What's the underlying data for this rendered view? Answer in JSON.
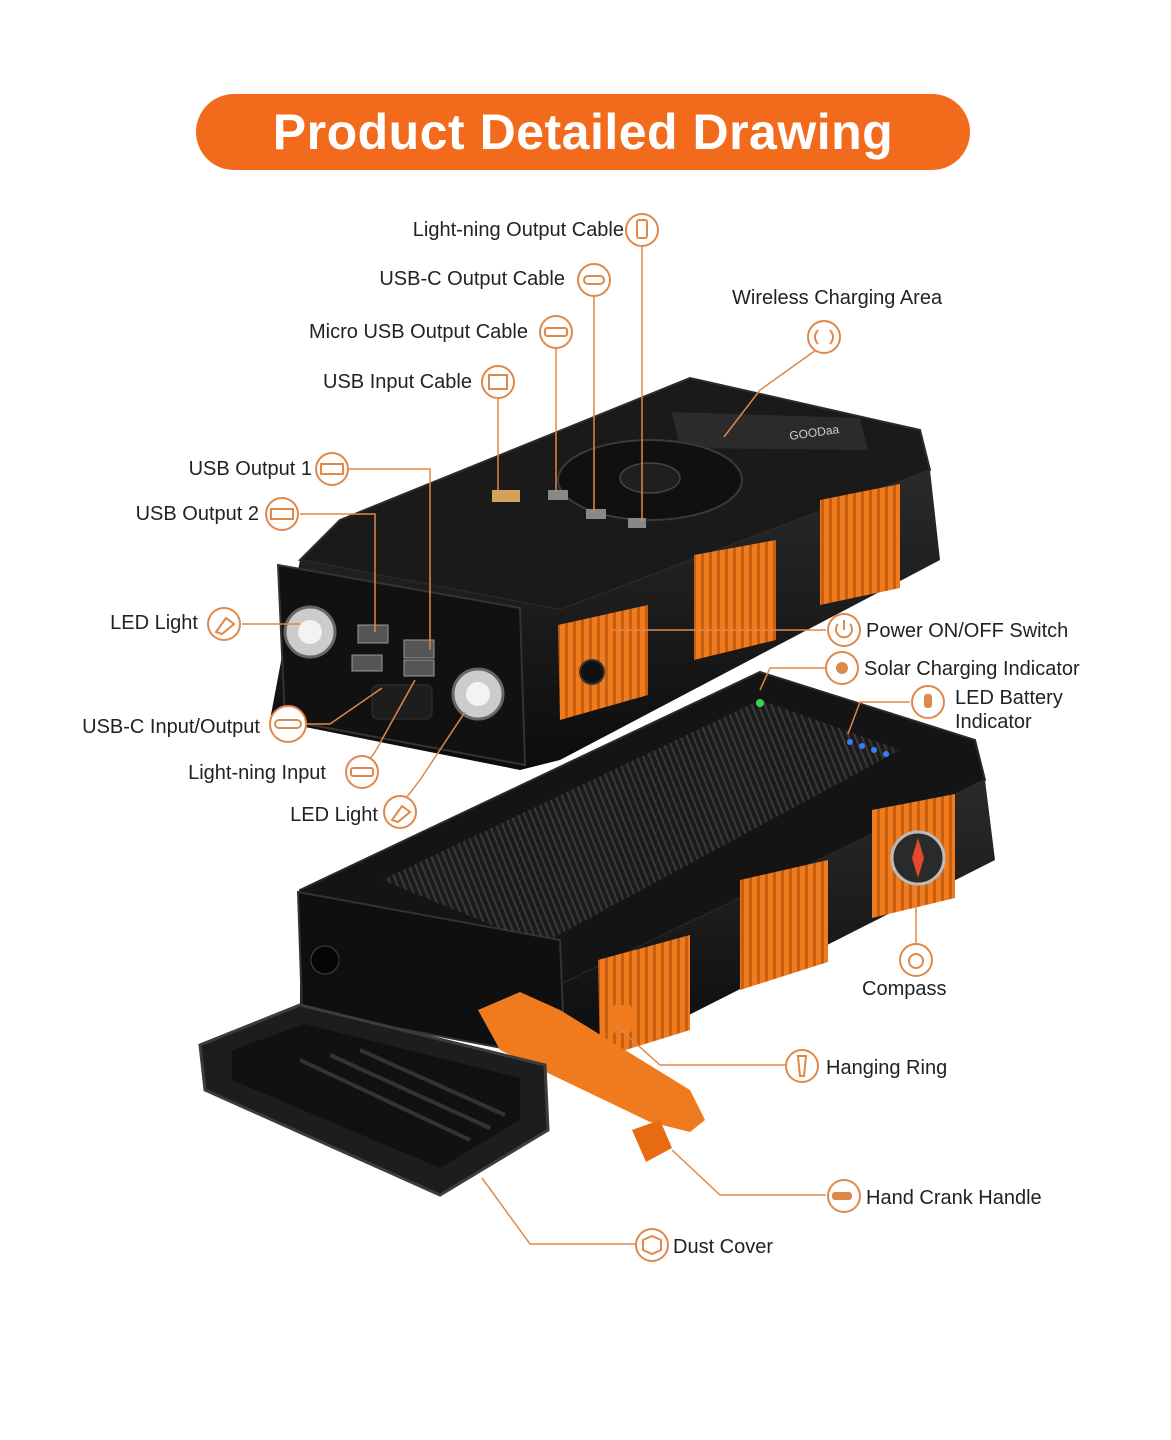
{
  "banner": {
    "title": "Product Detailed Drawing"
  },
  "colors": {
    "accent": "#f26a1b",
    "device_body": "#151515",
    "device_edge": "#2a2a2a",
    "grip_orange": "#f07b1e",
    "leader_line": "#e0884a",
    "label_text": "#222222"
  },
  "device_print": {
    "brand": "GOODaa"
  },
  "callouts": {
    "lightning_output_cable": {
      "label": "Light-ning Output Cable",
      "icon": "lightning-plug-icon"
    },
    "usbc_output_cable": {
      "label": "USB-C Output Cable",
      "icon": "usbc-plug-icon"
    },
    "micro_usb_output_cable": {
      "label": "Micro USB Output Cable",
      "icon": "micro-usb-plug-icon"
    },
    "usb_input_cable": {
      "label": "USB Input Cable",
      "icon": "usb-plug-icon"
    },
    "wireless_charging_area": {
      "label": "Wireless Charging Area",
      "icon": "wireless-icon"
    },
    "usb_output_1": {
      "label": "USB Output 1",
      "icon": "usb-port-icon"
    },
    "usb_output_2": {
      "label": "USB Output 2",
      "icon": "usb-port-icon"
    },
    "led_light_top": {
      "label": "LED Light",
      "icon": "flashlight-icon"
    },
    "power_switch": {
      "label": "Power ON/OFF Switch",
      "icon": "power-icon"
    },
    "solar_indicator": {
      "label": "Solar Charging Indicator",
      "icon": "sun-icon"
    },
    "led_battery_indicator": {
      "label": "LED Battery Indicator",
      "icon": "led-icon"
    },
    "usbc_input_output": {
      "label": "USB-C Input/Output",
      "icon": "usbc-port-icon"
    },
    "lightning_input": {
      "label": "Light-ning Input",
      "icon": "lightning-port-icon"
    },
    "led_light_bottom": {
      "label": "LED Light",
      "icon": "flashlight-icon"
    },
    "compass": {
      "label": "Compass",
      "icon": "compass-icon"
    },
    "hanging_ring": {
      "label": "Hanging Ring",
      "icon": "ring-icon"
    },
    "hand_crank_handle": {
      "label": "Hand Crank Handle",
      "icon": "crank-icon"
    },
    "dust_cover": {
      "label": "Dust Cover",
      "icon": "cover-icon"
    }
  }
}
